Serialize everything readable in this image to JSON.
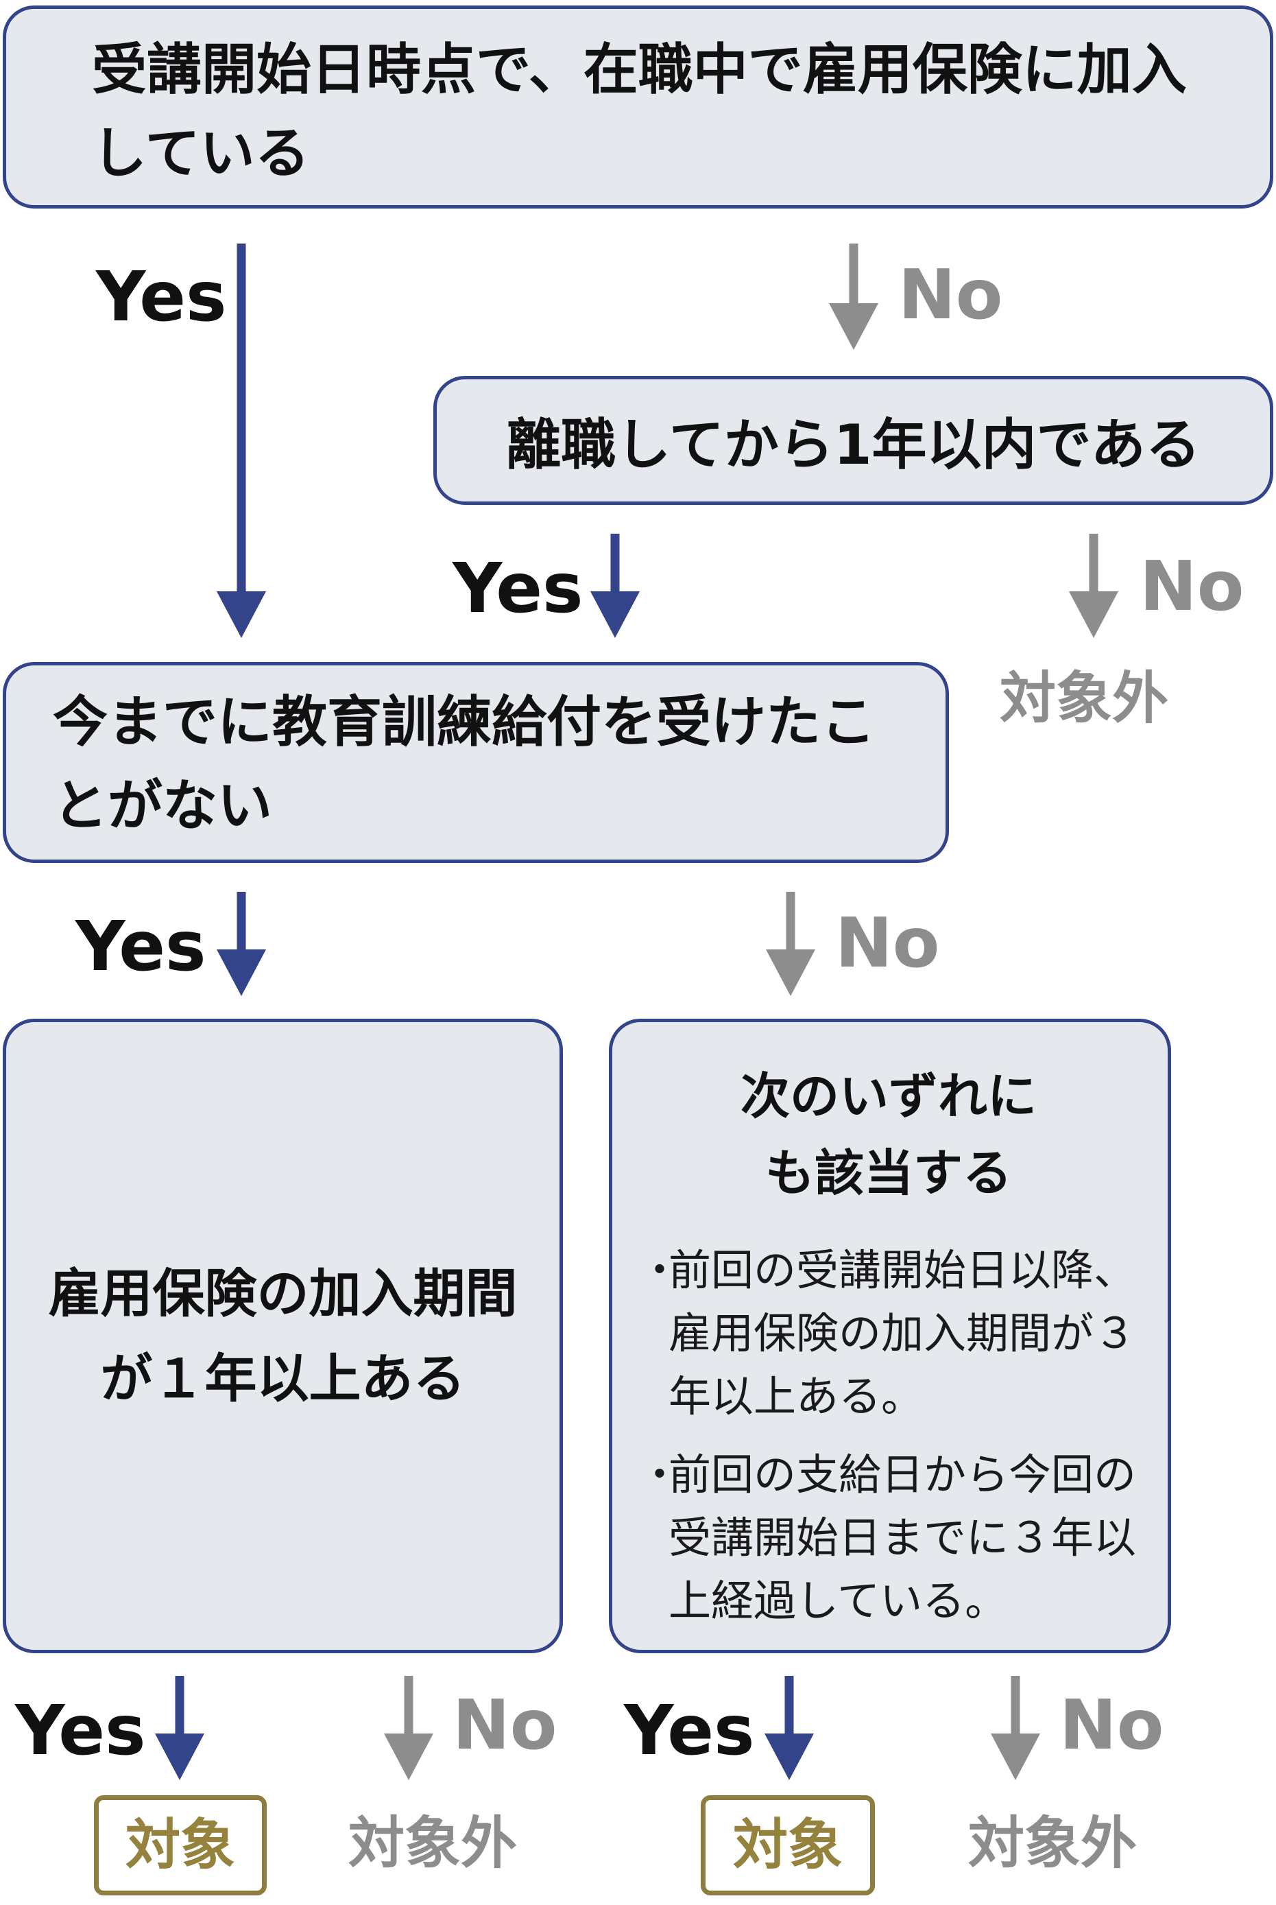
{
  "nodes": {
    "q1": "受講開始日時点で、在職中で雇用保険に加入している",
    "q2": "離職してから1年以内である",
    "q3": "今までに教育訓練給付を受けたことがない",
    "q4": "雇用保険の加入期間が１年以上ある",
    "q5": {
      "title": "次のいずれにも該当する",
      "items": [
        "前回の受講開始日以降、雇用保険の加入期間が３年以上ある。",
        "前回の支給日から今回の受講開始日までに３年以上経過している。"
      ]
    }
  },
  "labels": {
    "yes": "Yes",
    "no": "No"
  },
  "outcomes": {
    "eligible": "対象",
    "not_eligible": "対象外"
  },
  "colors": {
    "yes_arrow": "#33448a",
    "no_arrow": "#8d8d8d",
    "box_fill": "#e5e9ee",
    "box_border": "#33448a",
    "eligible_border": "#8e7d3f"
  }
}
